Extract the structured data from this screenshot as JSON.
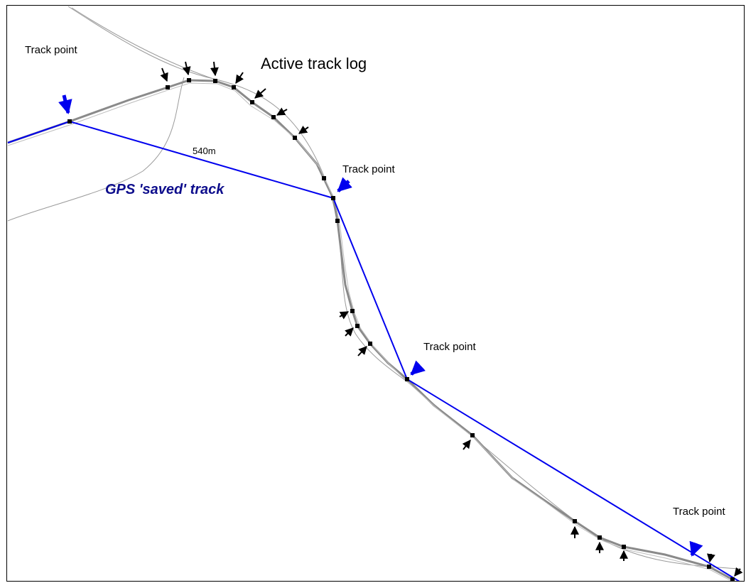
{
  "labels": {
    "track_point": "Track point",
    "active_track_log": "Active track log",
    "gps_saved_track": "GPS 'saved' track",
    "segment_length": "540m"
  },
  "colors": {
    "saved_track": "#0000ee",
    "saved_label": "#0d0d8c",
    "active_track": "#8a8a8a",
    "track_point_marker": "#000000",
    "frame_border": "#000000",
    "background": "#ffffff"
  },
  "icons": {
    "saved_point_marker": "blue-arrow-icon",
    "log_point_marker": "black-arrow-icon",
    "log_point_square": "square-marker-icon"
  }
}
